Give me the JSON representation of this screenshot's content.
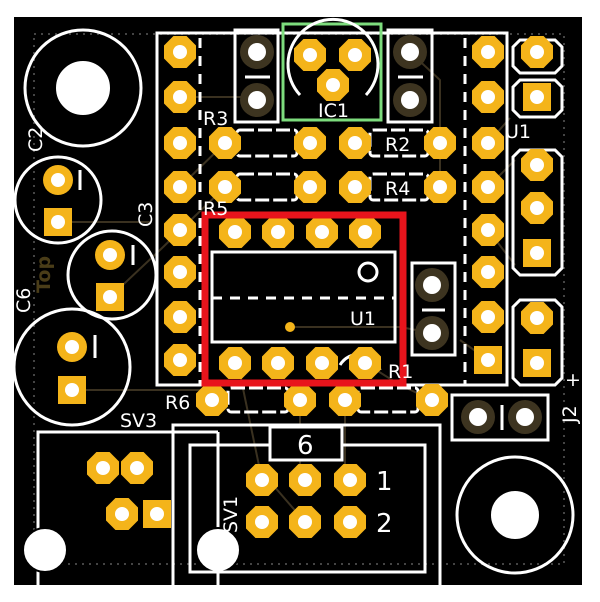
{
  "board": {
    "colors": {
      "substrate": "#000000",
      "pad": "#f4b41a",
      "silkscreen": "#ffffff",
      "highlight": "#e8141c",
      "ic_outline": "#7ddc7d",
      "through_pad": "#3d3420"
    },
    "labels": {
      "c2": "C2",
      "c3": "C3",
      "c6": "C6",
      "r3": "R3",
      "r5": "R5",
      "r2": "R2",
      "r4": "R4",
      "r6": "R6",
      "r1": "R1",
      "ic1": "IC1",
      "u1": "U1",
      "u1_right": "U1",
      "sv3": "SV3",
      "sv1": "SV1",
      "j2": "J2",
      "plus": "+",
      "sv1_pin6": "6",
      "sv1_pin1": "1",
      "sv1_pin2": "2",
      "top": "Top"
    }
  }
}
